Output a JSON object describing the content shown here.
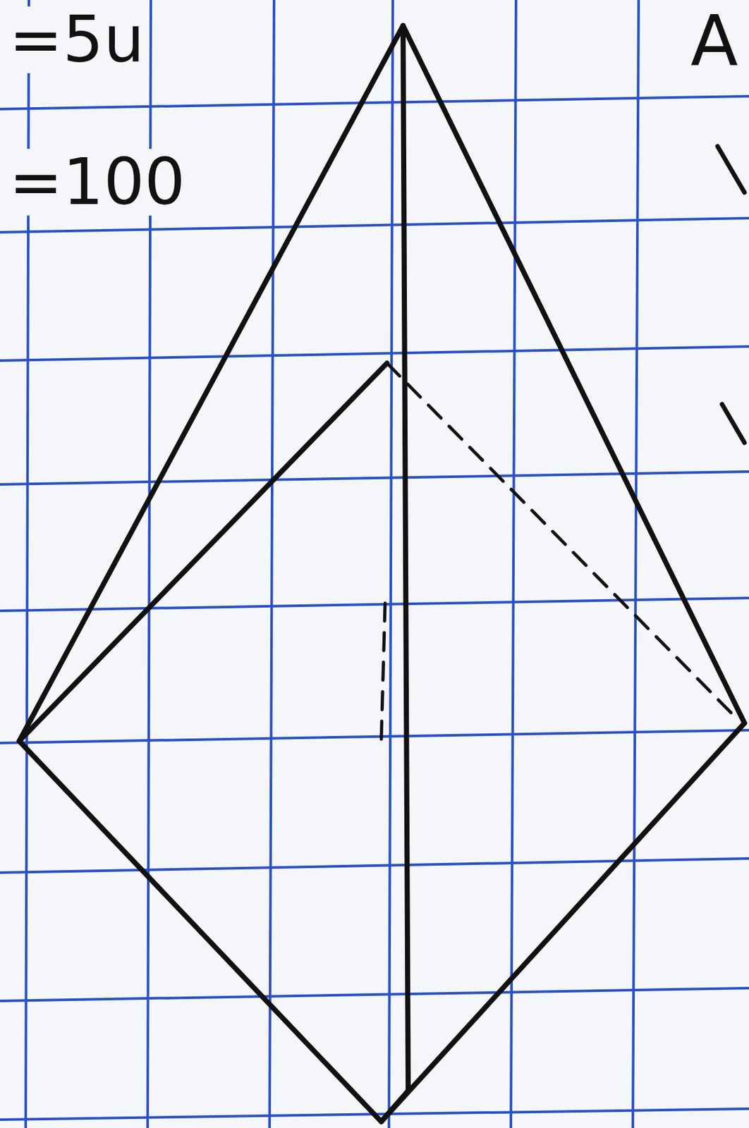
{
  "diagram": {
    "labels": [
      "=5u",
      "=100",
      "A"
    ]
  }
}
